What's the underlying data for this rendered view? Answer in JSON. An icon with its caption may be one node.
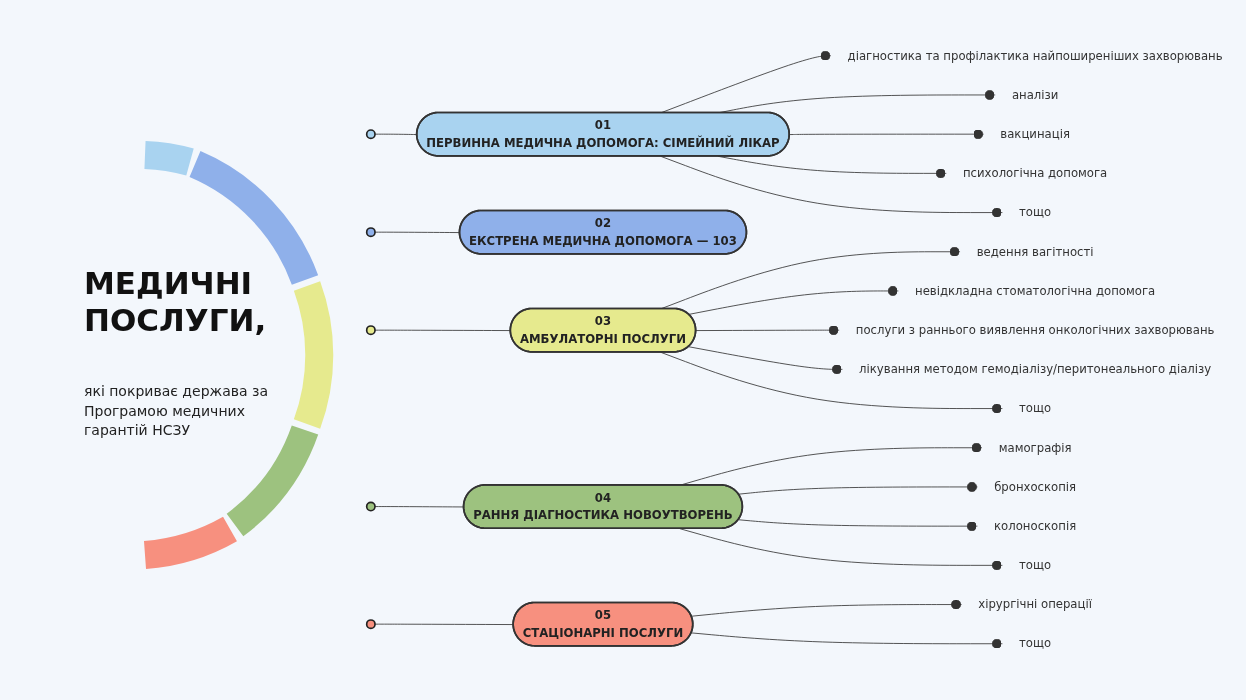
{
  "diagram": {
    "title": "МЕДИЧНІ ПОСЛУГИ,",
    "nodes": [
      {
        "text": [],
        "shape": "circle"
      },
      {
        "text": [
          "01",
          "ПЕРВИННА МЕДИЧНА ДОПОМОГА: СІМЕЙНИЙ ЛІКАР"
        ]
      },
      {
        "text": [
          "діагностика та профілактика найпоширеніших захворювань"
        ]
      },
      {
        "text": [
          "аналізи"
        ]
      },
      {
        "text": [
          "вакцинація"
        ]
      },
      {
        "text": [
          "психологічна допомога"
        ]
      },
      {
        "text": [
          "тощо"
        ]
      },
      {
        "text": [],
        "shape": "circle"
      },
      {
        "text": [
          "02",
          "ЕКСТРЕНА МЕДИЧНА ДОПОМОГА — 103"
        ]
      },
      {
        "text": [],
        "shape": "circle"
      },
      {
        "text": [
          "03",
          "АМБУЛАТОРНІ ПОСЛУГИ"
        ]
      },
      {
        "text": [
          "ведення вагітності"
        ]
      },
      {
        "text": [
          "невідкладна стоматологічна допомога"
        ]
      },
      {
        "text": [
          "послуги з раннього виявлення онкологічних захворювань"
        ]
      },
      {
        "text": [
          "лікування методом гемодіалізу/перитонеального діалізу"
        ]
      },
      {
        "text": [
          "тощо"
        ]
      },
      {
        "text": [],
        "shape": "circle"
      },
      {
        "text": [
          "04",
          "РАННЯ ДІАГНОСТИКА НОВОУТВОРЕНЬ"
        ]
      },
      {
        "text": [
          "мамографія"
        ]
      },
      {
        "text": [
          "бронхоскопія"
        ]
      },
      {
        "text": [
          "колоноскопія"
        ]
      },
      {
        "text": [
          "тощо"
        ]
      },
      {
        "text": [],
        "shape": "circle"
      },
      {
        "text": [
          "05",
          "СТАЦІОНАРНІ ПОСЛУГИ"
        ]
      },
      {
        "text": [
          "хірургічні операції"
        ]
      },
      {
        "text": [
          "тощо"
        ]
      }
    ],
    "edges": [
      {
        "from": 0,
        "to": 1,
        "arrow": "none"
      },
      {
        "from": 1,
        "to": 2,
        "arrow": "other"
      },
      {
        "from": 1,
        "to": 3,
        "arrow": "other"
      },
      {
        "from": 1,
        "to": 4,
        "arrow": "other"
      },
      {
        "from": 1,
        "to": 5,
        "arrow": "other"
      },
      {
        "from": 1,
        "to": 6,
        "arrow": "other"
      },
      {
        "from": 7,
        "to": 8,
        "arrow": "none"
      },
      {
        "from": 9,
        "to": 10,
        "arrow": "none"
      },
      {
        "from": 10,
        "to": 11,
        "arrow": "other"
      },
      {
        "from": 10,
        "to": 12,
        "arrow": "other"
      },
      {
        "from": 10,
        "to": 13,
        "arrow": "other"
      },
      {
        "from": 10,
        "to": 14,
        "arrow": "other"
      },
      {
        "from": 10,
        "to": 15,
        "arrow": "other"
      },
      {
        "from": 16,
        "to": 17,
        "arrow": "none"
      },
      {
        "from": 17,
        "to": 18,
        "arrow": "other"
      },
      {
        "from": 17,
        "to": 19,
        "arrow": "other"
      },
      {
        "from": 17,
        "to": 20,
        "arrow": "other"
      },
      {
        "from": 17,
        "to": 21,
        "arrow": "other"
      },
      {
        "from": 22,
        "to": 23,
        "arrow": "none"
      },
      {
        "from": 23,
        "to": 24,
        "arrow": "other"
      },
      {
        "from": 23,
        "to": 25,
        "arrow": "other"
      }
    ],
    "labels": [
      "які покриває держава за Програмою медичних гарантій НСЗУ"
    ]
  }
}
